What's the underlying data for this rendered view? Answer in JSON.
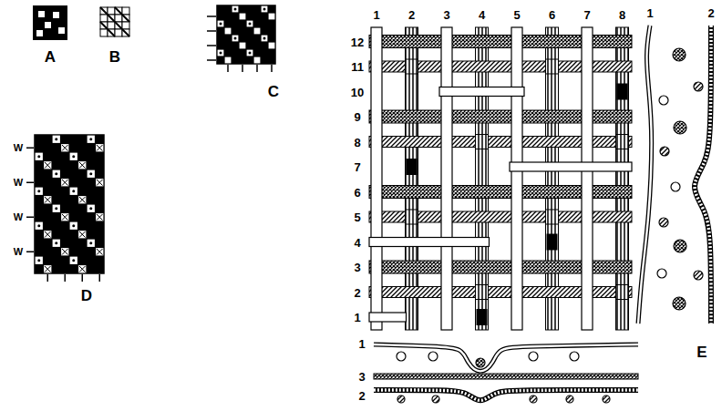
{
  "diagram": {
    "labels": [
      "A",
      "B",
      "C",
      "D",
      "W",
      "W",
      "W",
      "W",
      "1",
      "2",
      "3",
      "4",
      "5",
      "6",
      "7",
      "8",
      "12",
      "11",
      "10",
      "9",
      "8",
      "7",
      "6",
      "5",
      "4",
      "3",
      "2",
      "1",
      "1",
      "2",
      "1",
      "3",
      "2",
      "E"
    ]
  }
}
